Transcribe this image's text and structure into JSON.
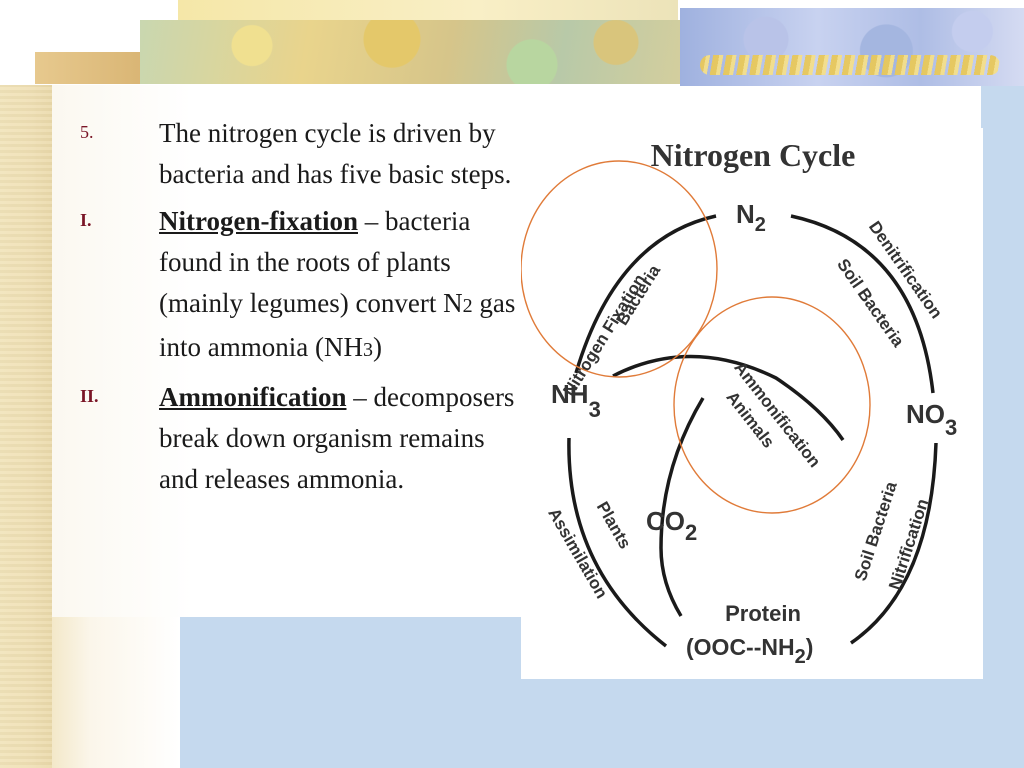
{
  "slide": {
    "list": [
      {
        "marker": "5.",
        "text": "The nitrogen cycle is driven by bacteria and has five basic steps."
      },
      {
        "marker": "I.",
        "term": "Nitrogen-fixation",
        "text_a": " – bacteria found in the roots of plants (mainly legumes) convert N",
        "sub_a": "2",
        "text_b": " gas into ammonia (NH",
        "sub_b": "3",
        "text_c": ")"
      },
      {
        "marker": "II.",
        "term": "Ammonification",
        "text_a": " – decomposers break down organism remains and releases ammonia."
      }
    ]
  },
  "diagram": {
    "title": "Nitrogen Cycle",
    "nodes": {
      "n2": {
        "main": "N",
        "sub": "2"
      },
      "nh3": {
        "main": "NH",
        "sub": "3"
      },
      "no3": {
        "main": "NO",
        "sub": "3"
      },
      "co2": {
        "main": "CO",
        "sub": "2"
      },
      "protein": {
        "line1": "Protein",
        "line2_main": "(OOC--NH",
        "line2_sub": "2",
        "line2_end": ")"
      }
    },
    "labels": {
      "fixation": "Nitrogen Fixation",
      "fixation_bacteria": "Bacteria",
      "denitrification": "Denitrification",
      "denitrification_bacteria": "Soil Bacteria",
      "ammonification": "Ammonification",
      "ammonification_animals": "Animals",
      "nitrification": "Nitrification",
      "nitrification_bacteria": "Soil Bacteria",
      "assimilation": "Assimilation",
      "assimilation_plants": "Plants"
    },
    "highlight_color": "#e07b39"
  },
  "colors": {
    "marker": "#7a1526",
    "panel_blue": "#c5d9ee",
    "diagram_stroke": "#1a1a1a"
  }
}
